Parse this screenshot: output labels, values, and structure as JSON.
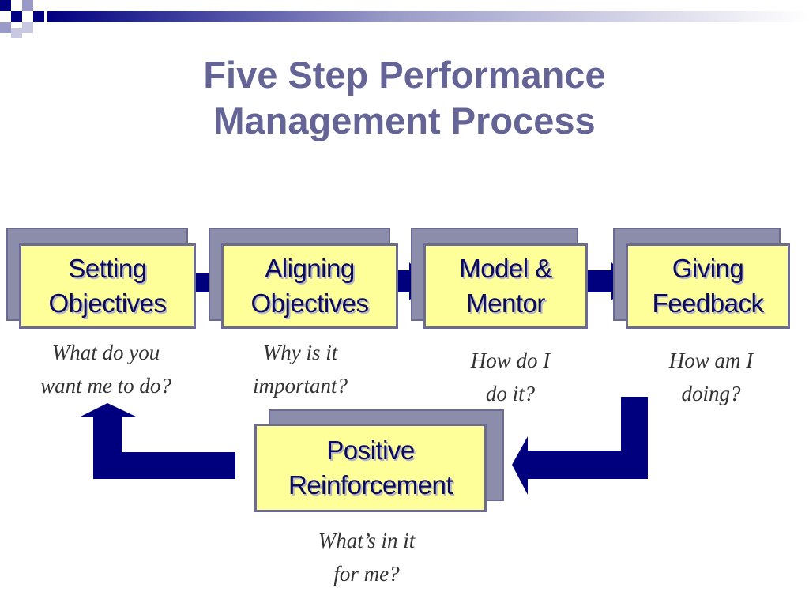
{
  "title": {
    "line1": "Five Step Performance",
    "line2": "Management Process"
  },
  "steps": [
    {
      "line1": "Setting",
      "line2": "Objectives",
      "question1": "What do you",
      "question2": "want me to do?"
    },
    {
      "line1": "Aligning",
      "line2": "Objectives",
      "question1": "Why is it",
      "question2": "important?"
    },
    {
      "line1": "Model &",
      "line2": "Mentor",
      "question1": "How do I",
      "question2": "do it?"
    },
    {
      "line1": "Giving",
      "line2": "Feedback",
      "question1": "How am I",
      "question2": "doing?"
    },
    {
      "line1": "Positive",
      "line2": "Reinforcement",
      "question1": "What’s in it",
      "question2": "for me?"
    }
  ],
  "colors": {
    "title": "#646497",
    "box_fill": "#ffff99",
    "box_border": "#6b6b96",
    "box_shadow": "#8c8cab",
    "arrow": "#00007f",
    "band_start": "#000080",
    "band_end": "#ffffff"
  }
}
